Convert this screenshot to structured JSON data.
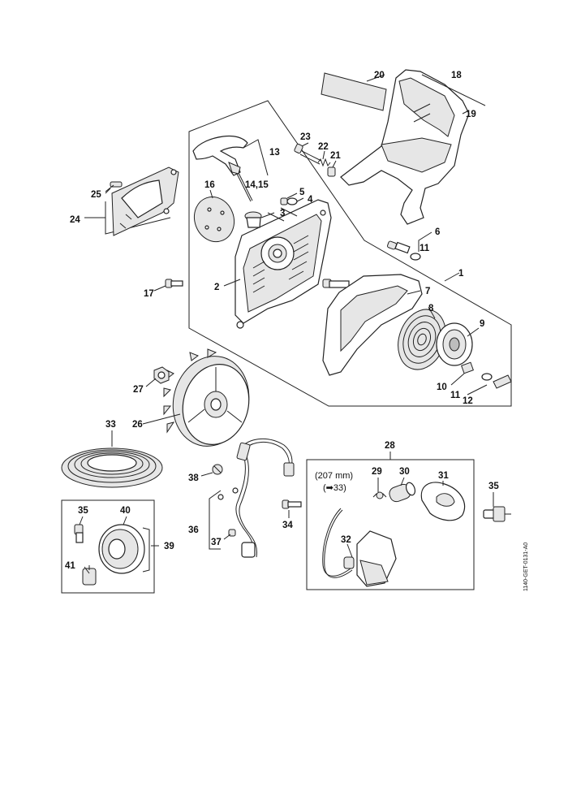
{
  "labels": {
    "p1": "1",
    "p2": "2",
    "p3": "3",
    "p4": "4",
    "p5": "5",
    "p6": "6",
    "p7": "7",
    "p8": "8",
    "p9": "9",
    "p10": "10",
    "p11a": "11",
    "p11b": "11",
    "p12": "12",
    "p13": "13",
    "p14_15": "14,15",
    "p16": "16",
    "p17": "17",
    "p18": "18",
    "p19": "19",
    "p20": "20",
    "p21": "21",
    "p22": "22",
    "p23": "23",
    "p24": "24",
    "p25": "25",
    "p26": "26",
    "p27": "27",
    "p28": "28",
    "p29": "29",
    "p30": "30",
    "p31": "31",
    "p32": "32",
    "p33": "33",
    "p34": "34",
    "p35a": "35",
    "p35b": "35",
    "p36": "36",
    "p37": "37",
    "p38": "38",
    "p39": "39",
    "p40": "40",
    "p41": "41"
  },
  "hose_note": {
    "length": "(207 mm)",
    "reference": "(➡33)"
  },
  "drawing_code": "1140-GET-0131-A0"
}
